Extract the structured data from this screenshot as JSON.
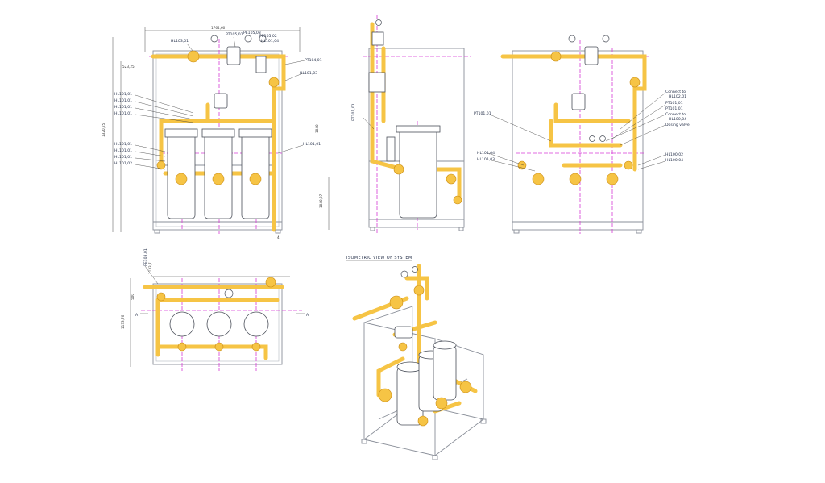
{
  "views": {
    "front": {
      "dims": [
        "1764,60",
        "1320,25",
        "523,25",
        "1040,27",
        "1040",
        "4"
      ],
      "labels": [
        "HL103,01",
        "PT105,01",
        "PE105,03",
        "PE105,02",
        "HL101,04",
        "PT104,01",
        "HL101,03",
        "HL101,01",
        "HL101,01",
        "HL101,01",
        "HL101,01",
        "HL101,01",
        "HL101,01",
        "HL101,01",
        "HL101,02",
        "HL101,01"
      ]
    },
    "side": {
      "labels": [
        "PT101,01"
      ]
    },
    "rear": {
      "labels": [
        "PT101,01",
        "HL101,04",
        "HL101,03",
        "Connect to",
        "HL102,01",
        "PT101,01",
        "PT101,01",
        "Connect to",
        "HL100,04",
        "Dosing valve",
        "HL100,02",
        "HL100,04"
      ]
    },
    "plan": {
      "dims": [
        "1133,76",
        "500",
        "1133,7"
      ],
      "labels": [
        "PE103,01",
        "A",
        "A"
      ]
    },
    "isometric": {
      "title": "ISOMETRIC VIEW OF SYSTEM"
    }
  },
  "colors": {
    "pipe": "#f6c445",
    "pipe_outline": "#e0a21c",
    "centerline": "#d63bd6",
    "frame": "#8a8f99",
    "text": "#1f2a44"
  }
}
